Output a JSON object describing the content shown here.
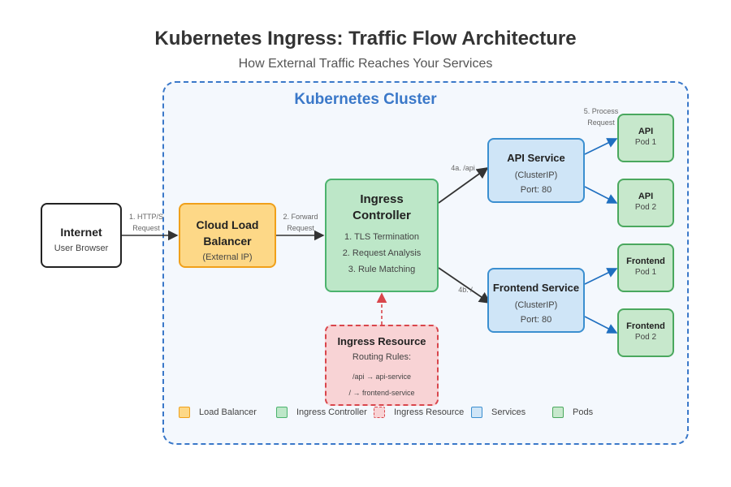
{
  "title": "Kubernetes Ingress: Traffic Flow Architecture",
  "subtitle": "How External Traffic Reaches Your Services",
  "cluster": {
    "label": "Kubernetes Cluster"
  },
  "nodes": {
    "internet": {
      "title": "Internet",
      "sub": "User Browser"
    },
    "load_balancer": {
      "title_line1": "Cloud Load",
      "title_line2": "Balancer",
      "sub": "(External IP)"
    },
    "ingress_controller": {
      "title_line1": "Ingress",
      "title_line2": "Controller",
      "steps": [
        "1. TLS Termination",
        "2. Request Analysis",
        "3. Rule Matching"
      ]
    },
    "ingress_resource": {
      "title": "Ingress Resource",
      "sub": "Routing Rules:",
      "rules": [
        "/api → api-service",
        "/ → frontend-service"
      ]
    },
    "api_service": {
      "title": "API Service",
      "type": "(ClusterIP)",
      "port": "Port: 80"
    },
    "frontend_service": {
      "title": "Frontend Service",
      "type": "(ClusterIP)",
      "port": "Port: 80"
    },
    "pods": [
      {
        "title": "API",
        "sub": "Pod 1"
      },
      {
        "title": "API",
        "sub": "Pod 2"
      },
      {
        "title": "Frontend",
        "sub": "Pod 1"
      },
      {
        "title": "Frontend",
        "sub": "Pod 2"
      }
    ]
  },
  "flow_labels": {
    "step1_line1": "1. HTTP/S",
    "step1_line2": "Request",
    "step2_line1": "2. Forward",
    "step2_line2": "Request",
    "step4a": "4a. /api",
    "step4b": "4b. /",
    "step5_line1": "5. Process",
    "step5_line2": "Request"
  },
  "legend": [
    {
      "label": "Load Balancer",
      "fill": "#fdd887",
      "border": "#f0a01a"
    },
    {
      "label": "Ingress Controller",
      "fill": "#bde7c8",
      "border": "#4cb36e"
    },
    {
      "label": "Ingress Resource",
      "fill": "#f8d3d5",
      "border": "#d9464c"
    },
    {
      "label": "Services",
      "fill": "#cfe5f7",
      "border": "#3b8fd0"
    },
    {
      "label": "Pods",
      "fill": "#c7e8cc",
      "border": "#4aa85e"
    }
  ],
  "colors": {
    "cluster": "#3a78c9",
    "arrow": "#333333",
    "pod_arrow": "#1f6fc0",
    "resource_arrow": "#d9464c"
  }
}
